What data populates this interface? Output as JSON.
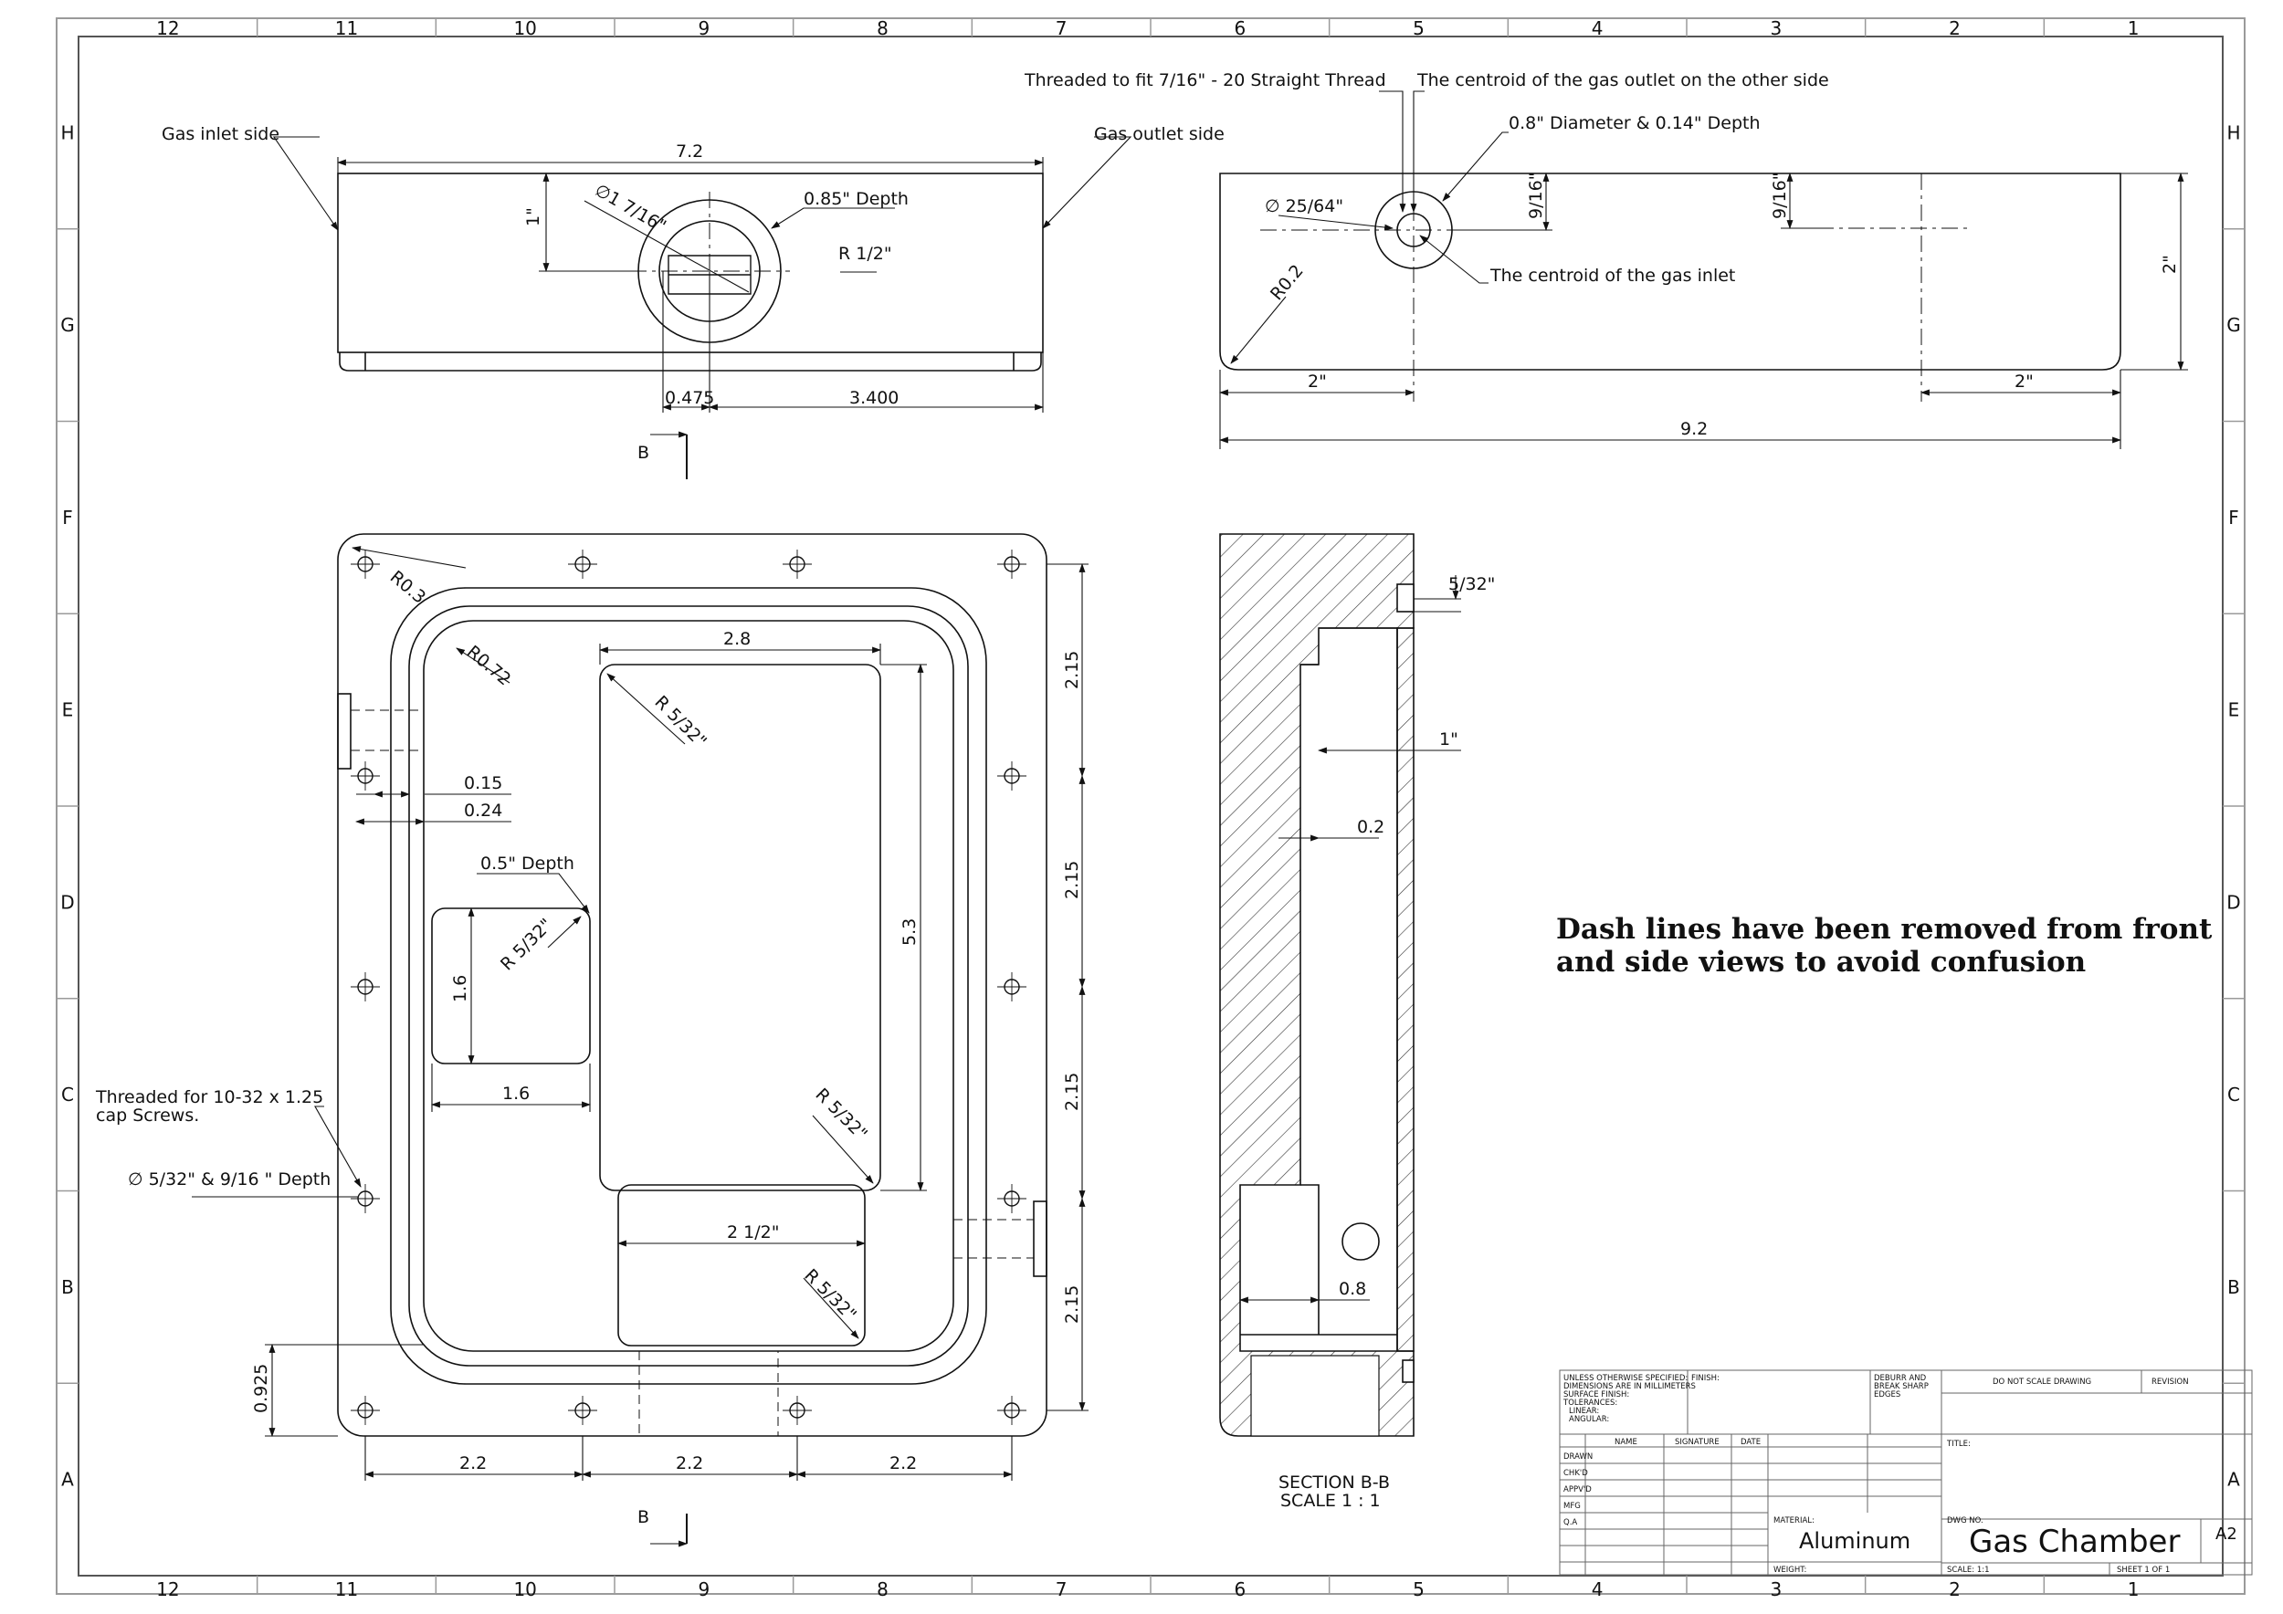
{
  "border": {
    "columns": [
      "12",
      "11",
      "10",
      "9",
      "8",
      "7",
      "6",
      "5",
      "4",
      "3",
      "2",
      "1"
    ],
    "rows": [
      "H",
      "G",
      "F",
      "E",
      "D",
      "C",
      "B",
      "A"
    ]
  },
  "top_view": {
    "gas_inlet_side": "Gas inlet side",
    "gas_outlet_side": "Gas outlet side",
    "width": "7.2",
    "height": "1\"",
    "bore_diameter": "∅1 7/16\"",
    "bore_depth": "0.85\" Depth",
    "bore_radius": "R 1/2\"",
    "offset_a": "0.475",
    "offset_b": "3.400",
    "section_label": "B"
  },
  "side_view": {
    "thread_note": "Threaded to fit 7/16\" - 20 Straight Thread",
    "outlet_centroid_note": "The centroid of the gas outlet on the other side",
    "counterbore_note": "0.8\" Diameter & 0.14\" Depth",
    "hole_diameter": "∅ 25/64\"",
    "inlet_centroid_note": "The centroid of the gas inlet",
    "corner_radius": "R0.2",
    "offset_9_16_a": "9/16\"",
    "offset_9_16_b": "9/16\"",
    "height": "2\"",
    "left_offset": "2\"",
    "right_offset": "2\"",
    "length": "9.2"
  },
  "front_view": {
    "corner_radius_outer": "R0.3",
    "corner_radius_inner": "R0.72",
    "pocket_width": "2.8",
    "pocket_radius": "R 5/32\"",
    "wall_a": "0.15",
    "wall_b": "0.24",
    "small_pocket_depth": "0.5\" Depth",
    "small_pocket_radius": "R 5/32\"",
    "small_pocket_height": "1.6",
    "small_pocket_width": "1.6",
    "pocket_height": "5.3",
    "pocket_radius_2": "R 5/32\"",
    "channel_width": "2 1/2\"",
    "channel_radius": "R 5/32\"",
    "hole_pitch_vertical": [
      "2.15",
      "2.15",
      "2.15",
      "2.15"
    ],
    "hole_pitch_horizontal": [
      "2.2",
      "2.2",
      "2.2"
    ],
    "bottom_offset": "0.925",
    "screw_note_line1": "Threaded for 10-32 x 1.25",
    "screw_note_line2": "cap Screws.",
    "screw_hole": "∅ 5/32\" & 9/16 \" Depth",
    "section_label": "B"
  },
  "section_view": {
    "top_offset": "5/32\"",
    "depth_1": "1\"",
    "depth_2": "0.2",
    "depth_3": "0.8",
    "title_line1": "SECTION B-B",
    "title_line2": "SCALE 1 : 1"
  },
  "note": {
    "line1": "Dash lines have been removed from front",
    "line2": "and side views to avoid confusion"
  },
  "title_block": {
    "unless_note": [
      "UNLESS OTHERWISE SPECIFIED:",
      "DIMENSIONS ARE IN MILLIMETERS",
      "SURFACE FINISH:",
      "TOLERANCES:",
      "LINEAR:",
      "ANGULAR:"
    ],
    "finish_label": "FINISH:",
    "deburr_note": [
      "DEBURR AND",
      "BREAK SHARP",
      "EDGES"
    ],
    "do_not_scale": "DO NOT SCALE DRAWING",
    "revision_label": "REVISION",
    "name_header": "NAME",
    "signature_header": "SIGNATURE",
    "date_header": "DATE",
    "title_label": "TITLE:",
    "roles": [
      "DRAWN",
      "CHK'D",
      "APPV'D",
      "MFG",
      "Q.A"
    ],
    "material_label": "MATERIAL:",
    "material": "Aluminum",
    "dwg_no_label": "DWG NO.",
    "dwg_no": "Gas Chamber",
    "size": "A2",
    "weight_label": "WEIGHT:",
    "scale_label": "SCALE: 1:1",
    "sheet_label": "SHEET 1 OF 1"
  }
}
